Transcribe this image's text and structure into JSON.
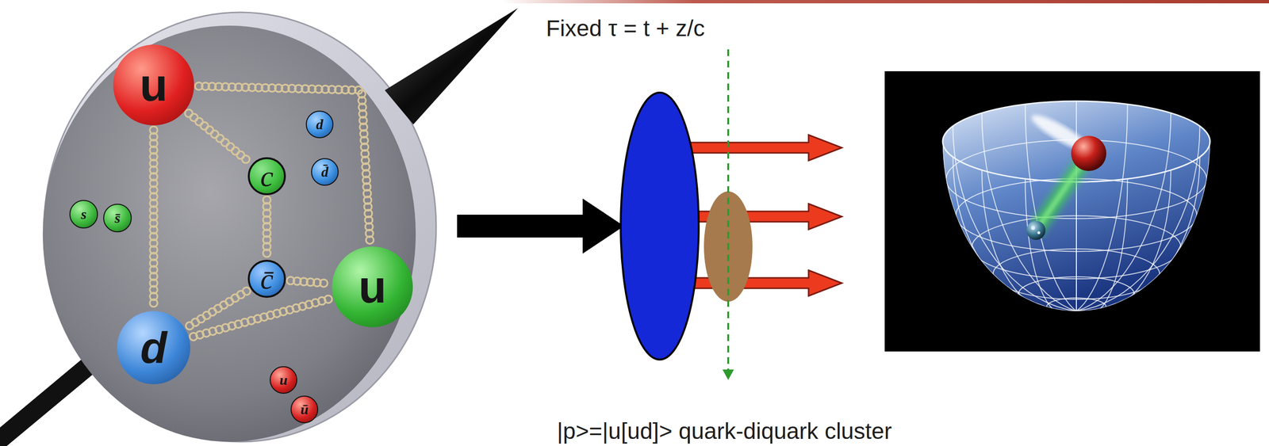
{
  "diagram": {
    "nodes": [
      {
        "text": [
          "u"
        ]
      },
      {
        "text": [
          "d"
        ]
      },
      {
        "text": [
          "u"
        ]
      },
      {
        "text": [
          "c"
        ]
      },
      {
        "text": [
          "c̄"
        ]
      },
      {
        "text": [
          "s"
        ]
      },
      {
        "text": [
          "s̄"
        ]
      },
      {
        "text": [
          "d"
        ]
      },
      {
        "text": [
          "d̄"
        ]
      },
      {
        "text": [
          "u"
        ]
      },
      {
        "text": [
          "ū"
        ]
      }
    ],
    "edges": [
      {
        "from": 0,
        "to": 1,
        "arrow": "none"
      },
      {
        "from": 0,
        "to": 3,
        "arrow": "none"
      },
      {
        "from": 0,
        "to": 2,
        "arrow": "none"
      },
      {
        "from": 3,
        "to": 4,
        "arrow": "none"
      },
      {
        "from": 4,
        "to": 1,
        "arrow": "none"
      },
      {
        "from": 4,
        "to": 2,
        "arrow": "none"
      },
      {
        "from": 1,
        "to": 2,
        "arrow": "none"
      }
    ],
    "labels": [
      "Fixed τ = t + z/c",
      "|p>=|u[ud]> quark-diquark cluster"
    ]
  }
}
